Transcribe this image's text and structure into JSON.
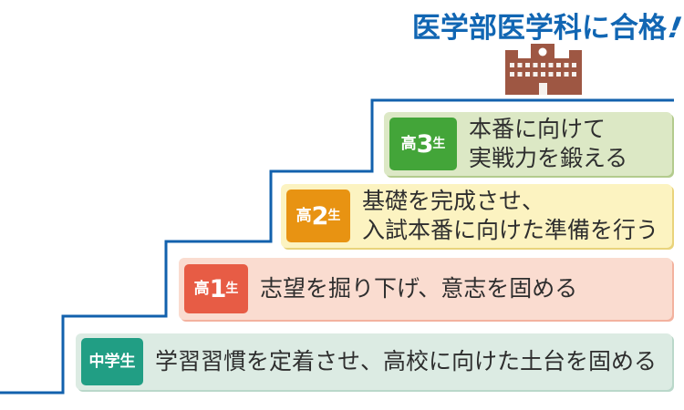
{
  "title": {
    "text": "医学部医学科に合格",
    "exclamation": "!",
    "color": "#1166b3"
  },
  "goal_icon": {
    "name": "school-building-icon",
    "color": "#9e5743"
  },
  "staircase": {
    "line_color": "#1261ad",
    "direction": "ascending-left-to-right"
  },
  "steps": [
    {
      "grade": "高3生",
      "label_prefix": "高",
      "label_num": "3",
      "label_suffix": "生",
      "line1": "本番に向けて",
      "line2": "実戦力を鍛える",
      "label_bg": "#43a539",
      "row_bg": "#dce8c5",
      "row_edge": "#b3cb8d"
    },
    {
      "grade": "高2生",
      "label_prefix": "高",
      "label_num": "2",
      "label_suffix": "生",
      "line1": "基礎を完成させ、",
      "line2": "入試本番に向けた準備を行う",
      "label_bg": "#e89312",
      "row_bg": "#fcf3c1",
      "row_edge": "#e9d37b"
    },
    {
      "grade": "高1生",
      "label_prefix": "高",
      "label_num": "1",
      "label_suffix": "生",
      "line1": "志望を掘り下げ、意志を固める",
      "line2": "",
      "label_bg": "#e75c45",
      "row_bg": "#fadcd0",
      "row_edge": "#f3b29f"
    },
    {
      "grade": "中学生",
      "label_prefix": "中学生",
      "label_num": "",
      "label_suffix": "",
      "line1": "学習習慣を定着させ、高校に向けた土台を固める",
      "line2": "",
      "label_bg": "#219e84",
      "row_bg": "#dcebe3",
      "row_edge": "#bad8ca"
    }
  ],
  "text_color": "#2e2e2e"
}
